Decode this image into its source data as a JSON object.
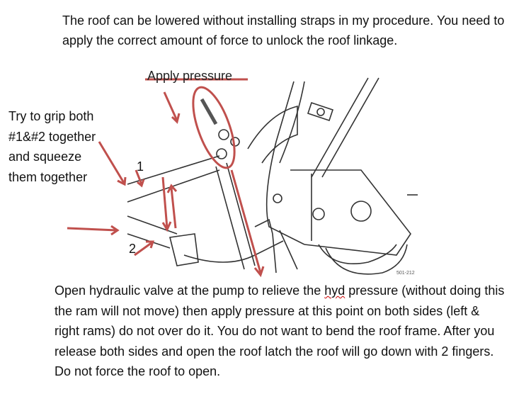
{
  "top_text": "The roof can be lowered without installing straps in my procedure. You need to apply the correct amount of force to unlock the roof linkage.",
  "left_text": "Try to grip both #1&#2 together and squeeze them together",
  "diagram": {
    "apply_label": "Apply pressure",
    "label_1": "1",
    "label_2": "2",
    "figure_code": "501-212",
    "arrow_color": "#c0504d"
  },
  "bottom_text": {
    "part1": "Open hydraulic valve at the pump to relieve the ",
    "hyd": "hyd",
    "part2": " pressure (without doing this the ram will not move) then apply pressure at this point on both sides (left & right rams) do not over do it.  You do not want to bend the roof frame.  After you release both sides and open the roof latch the roof will go down with 2 fingers.  Do not force the roof to open."
  }
}
